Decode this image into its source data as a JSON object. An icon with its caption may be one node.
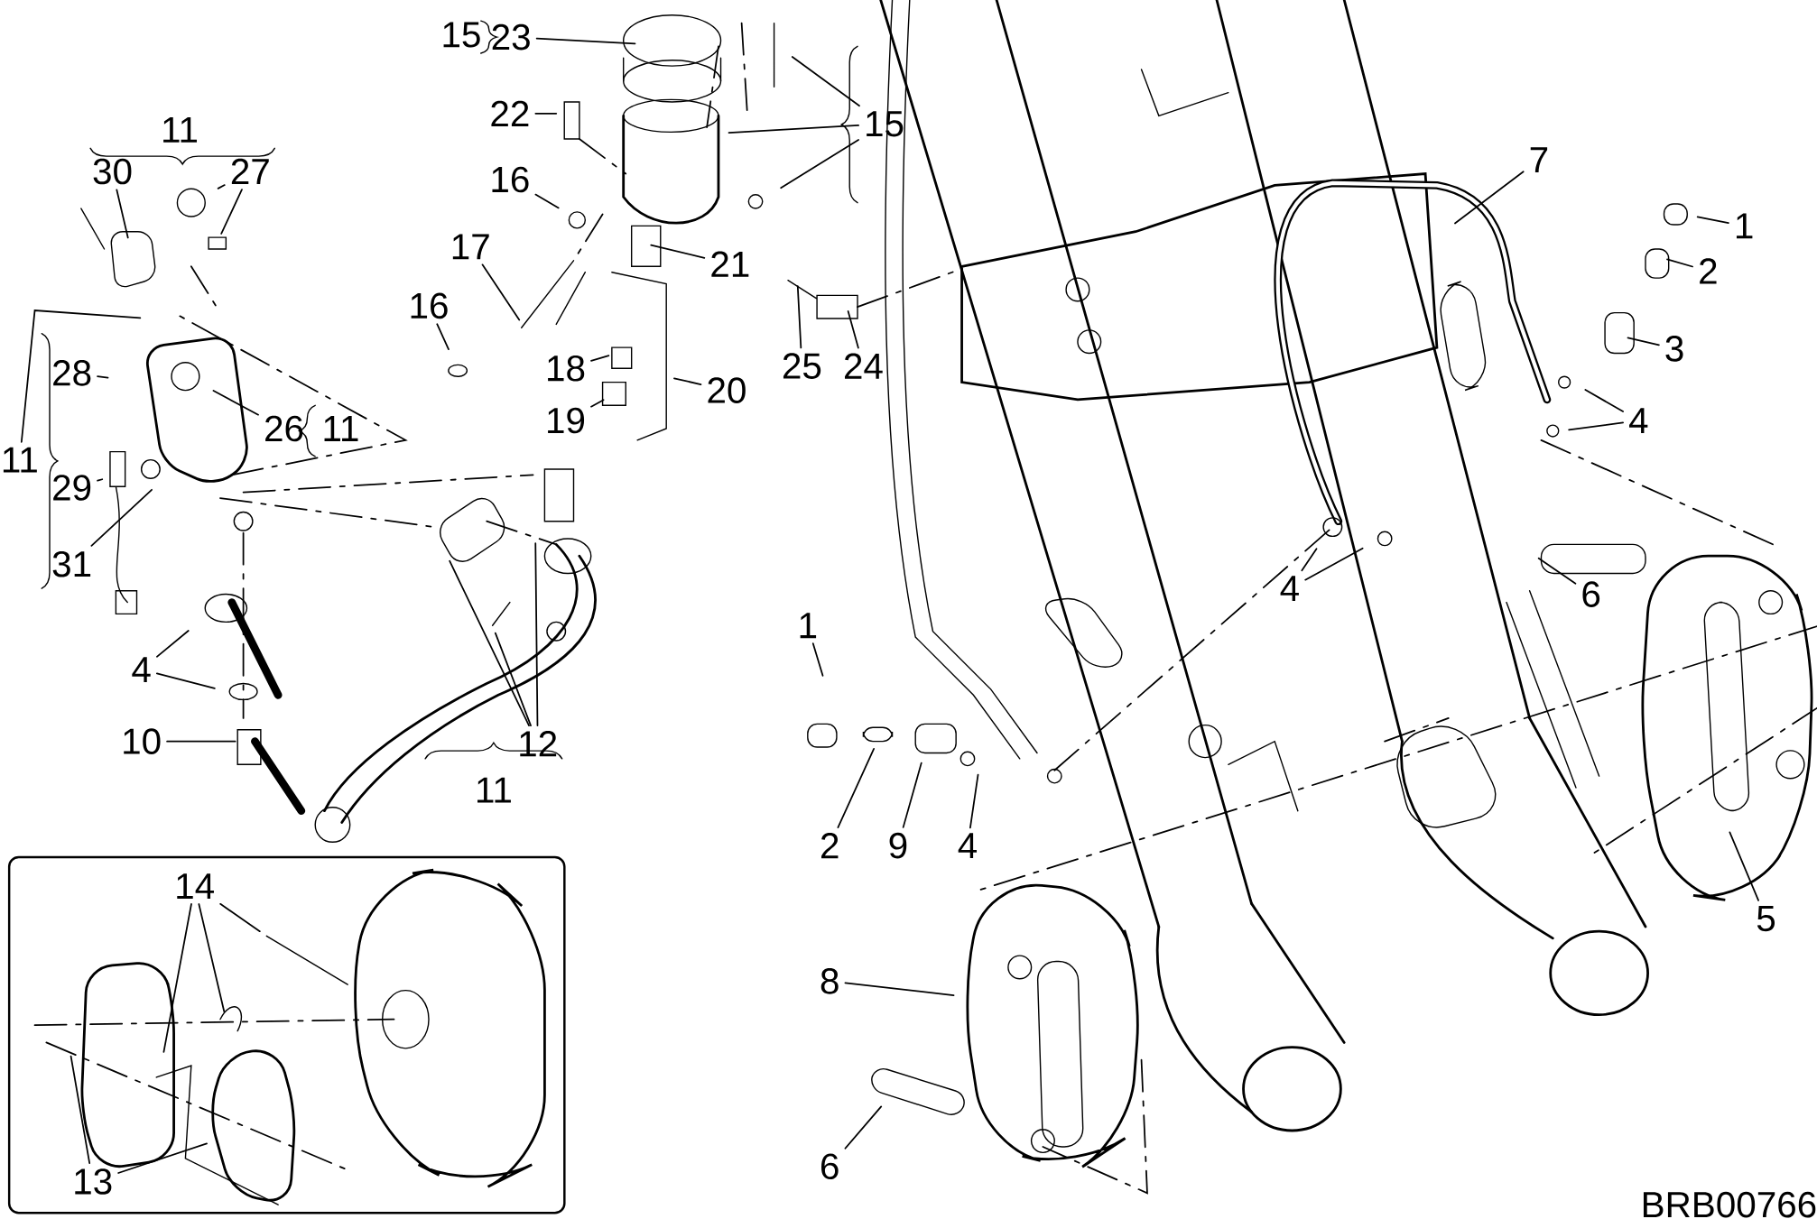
{
  "diagram": {
    "nodes": [
      {
        "text": [],
        "shape": "box"
      },
      {
        "text": [
          "23"
        ]
      },
      {
        "text": [
          "22"
        ]
      },
      {
        "text": [
          "15"
        ]
      },
      {
        "text": [
          "30"
        ]
      },
      {
        "text": [
          "27"
        ]
      },
      {
        "text": [
          "16"
        ]
      },
      {
        "text": [
          "17"
        ]
      },
      {
        "text": [
          "21"
        ]
      },
      {
        "text": [
          "16"
        ]
      },
      {
        "text": [
          "11"
        ]
      },
      {
        "text": [
          "28"
        ]
      },
      {
        "text": [
          "18"
        ]
      },
      {
        "text": [
          "20"
        ]
      },
      {
        "text": [
          "19"
        ]
      },
      {
        "text": [
          "26"
        ]
      },
      {
        "text": [
          "29"
        ]
      },
      {
        "text": [
          "31"
        ]
      },
      {
        "text": [
          "4"
        ]
      },
      {
        "text": [
          "10"
        ]
      },
      {
        "text": [
          "12"
        ]
      },
      {
        "text": [
          "25"
        ]
      },
      {
        "text": [
          "24"
        ]
      },
      {
        "text": [
          "7"
        ]
      },
      {
        "text": [
          "1"
        ]
      },
      {
        "text": [
          "2"
        ]
      },
      {
        "text": [
          "3"
        ]
      },
      {
        "text": [
          "4"
        ]
      },
      {
        "text": [
          "4"
        ]
      },
      {
        "text": [
          "6"
        ]
      },
      {
        "text": [
          "1"
        ]
      },
      {
        "text": [
          "2"
        ]
      },
      {
        "text": [
          "9"
        ]
      },
      {
        "text": [
          "4"
        ]
      },
      {
        "text": [
          "8"
        ]
      },
      {
        "text": [
          "5"
        ]
      },
      {
        "text": [
          "6"
        ]
      },
      {
        "text": [
          "14"
        ],
        "in": 0
      },
      {
        "text": [
          "13"
        ],
        "in": 0
      }
    ],
    "edges": [
      {
        "from": 1,
        "to": null,
        "arrow": "none"
      },
      {
        "from": 2,
        "to": null,
        "arrow": "none"
      },
      {
        "from": 3,
        "to": null,
        "arrow": "none"
      },
      {
        "from": 3,
        "to": null,
        "arrow": "none"
      },
      {
        "from": 3,
        "to": null,
        "arrow": "none"
      },
      {
        "from": 4,
        "to": null,
        "arrow": "none"
      },
      {
        "from": 5,
        "to": null,
        "arrow": "none"
      },
      {
        "from": 5,
        "to": null,
        "arrow": "none"
      },
      {
        "from": 6,
        "to": null,
        "arrow": "none"
      },
      {
        "from": 7,
        "to": null,
        "arrow": "none"
      },
      {
        "from": 8,
        "to": null,
        "arrow": "none"
      },
      {
        "from": 9,
        "to": null,
        "arrow": "none"
      },
      {
        "from": 10,
        "to": null,
        "arrow": "none"
      },
      {
        "from": 11,
        "to": null,
        "arrow": "none"
      },
      {
        "from": 12,
        "to": null,
        "arrow": "none"
      },
      {
        "from": 13,
        "to": null,
        "arrow": "none"
      },
      {
        "from": 14,
        "to": null,
        "arrow": "none"
      },
      {
        "from": 15,
        "to": null,
        "arrow": "none"
      },
      {
        "from": 16,
        "to": null,
        "arrow": "none"
      },
      {
        "from": 17,
        "to": null,
        "arrow": "none"
      },
      {
        "from": 18,
        "to": null,
        "arrow": "none"
      },
      {
        "from": 18,
        "to": null,
        "arrow": "none"
      },
      {
        "from": 19,
        "to": null,
        "arrow": "none"
      },
      {
        "from": 20,
        "to": null,
        "arrow": "none"
      },
      {
        "from": 20,
        "to": null,
        "arrow": "none"
      },
      {
        "from": 20,
        "to": null,
        "arrow": "none"
      },
      {
        "from": 21,
        "to": null,
        "arrow": "none"
      },
      {
        "from": 22,
        "to": null,
        "arrow": "none"
      },
      {
        "from": 23,
        "to": null,
        "arrow": "none"
      },
      {
        "from": 24,
        "to": null,
        "arrow": "none"
      },
      {
        "from": 25,
        "to": null,
        "arrow": "none"
      },
      {
        "from": 26,
        "to": null,
        "arrow": "none"
      },
      {
        "from": 27,
        "to": null,
        "arrow": "none"
      },
      {
        "from": 27,
        "to": null,
        "arrow": "none"
      },
      {
        "from": 28,
        "to": null,
        "arrow": "none"
      },
      {
        "from": 28,
        "to": null,
        "arrow": "none"
      },
      {
        "from": 29,
        "to": null,
        "arrow": "none"
      },
      {
        "from": 30,
        "to": null,
        "arrow": "none"
      },
      {
        "from": 31,
        "to": null,
        "arrow": "none"
      },
      {
        "from": 32,
        "to": null,
        "arrow": "none"
      },
      {
        "from": 33,
        "to": null,
        "arrow": "none"
      },
      {
        "from": 34,
        "to": null,
        "arrow": "none"
      },
      {
        "from": 35,
        "to": null,
        "arrow": "none"
      },
      {
        "from": 36,
        "to": null,
        "arrow": "none"
      },
      {
        "from": 37,
        "to": null,
        "arrow": "none"
      },
      {
        "from": 37,
        "to": null,
        "arrow": "none"
      },
      {
        "from": 37,
        "to": null,
        "arrow": "none"
      },
      {
        "from": 38,
        "to": null,
        "arrow": "none"
      },
      {
        "from": 38,
        "to": null,
        "arrow": "none"
      }
    ],
    "labels": [
      "15",
      "11",
      "11",
      "11",
      "BRB00766"
    ]
  }
}
